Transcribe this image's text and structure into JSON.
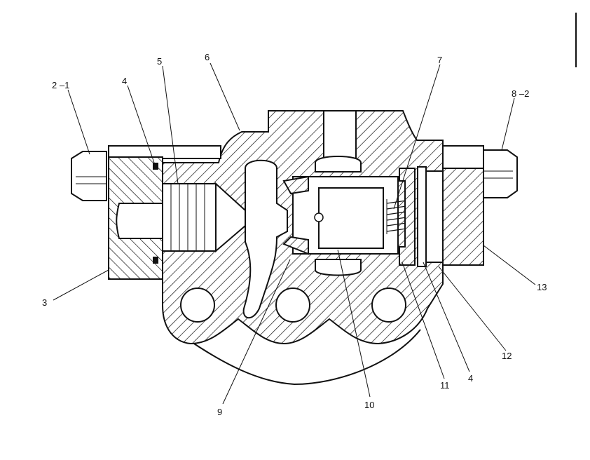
{
  "callouts": [
    {
      "id": "c-2-1",
      "text": "2 –1"
    },
    {
      "id": "c-4a",
      "text": "4"
    },
    {
      "id": "c-5",
      "text": "5"
    },
    {
      "id": "c-6",
      "text": "6"
    },
    {
      "id": "c-7",
      "text": "7"
    },
    {
      "id": "c-8-2",
      "text": "8 –2"
    },
    {
      "id": "c-3",
      "text": "3"
    },
    {
      "id": "c-13",
      "text": "13"
    },
    {
      "id": "c-12",
      "text": "12"
    },
    {
      "id": "c-4b",
      "text": "4"
    },
    {
      "id": "c-11",
      "text": "11"
    },
    {
      "id": "c-10",
      "text": "10"
    },
    {
      "id": "c-9",
      "text": "9"
    }
  ]
}
